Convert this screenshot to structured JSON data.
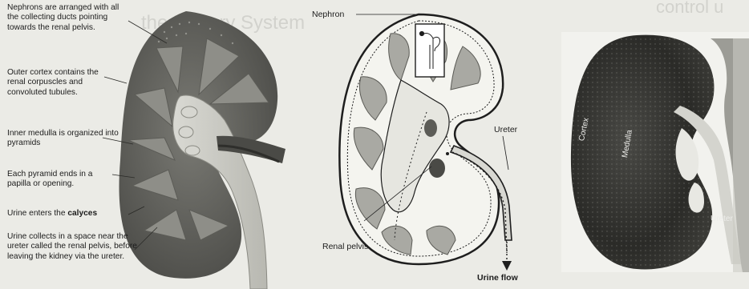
{
  "bg_text": {
    "heading": "the Urinary System",
    "heading_right": "control u"
  },
  "left": {
    "captions": [
      {
        "text": "Nephrons are arranged with all the collecting ducts pointing towards the renal pelvis."
      },
      {
        "text": "Outer cortex contains the renal corpuscles and convoluted tubules."
      },
      {
        "text": "Inner medulla is organized into pyramids"
      },
      {
        "text": "Each pyramid ends in a papilla or opening."
      },
      {
        "pre": "Urine enters the ",
        "bold": "calyces"
      },
      {
        "text": "Urine collects in a space near the ureter called the renal pelvis, before leaving the kidney via the ureter."
      }
    ]
  },
  "middle": {
    "nephron_label": "Nephron",
    "ureter_label": "Ureter",
    "renal_pelvis_label": "Renal pelvis",
    "urine_flow_label": "Urine flow"
  },
  "right": {
    "cortex_label": "Cortex",
    "medulla_label": "Medulla",
    "ureter_label": "Ureter"
  },
  "colors": {
    "background": "#ebebe6",
    "cortex_fill": "#9a9a95",
    "medulla_fill": "#6f6f6a",
    "pelvis_fill": "#e2e2dc",
    "photo_dark": "#2f2f2c"
  }
}
